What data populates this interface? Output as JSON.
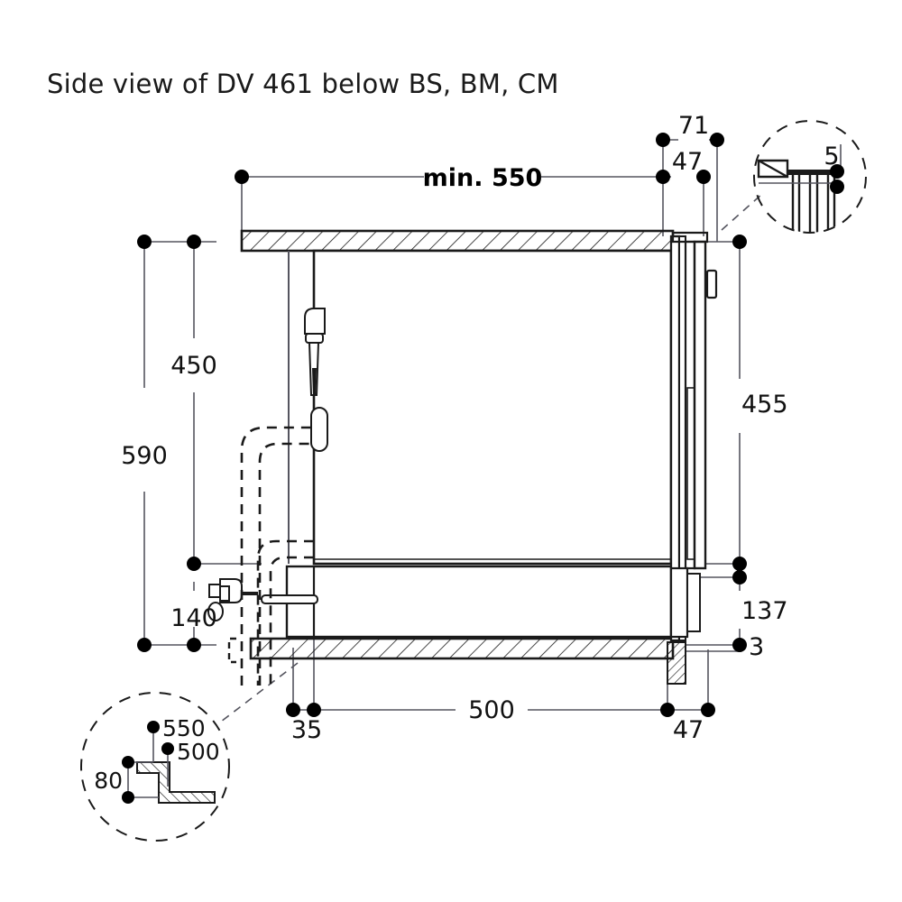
{
  "title": "Side view of DV 461 below BS, BM, CM",
  "drawing": {
    "type": "technical-dimension-drawing",
    "units": "mm",
    "dimensions": {
      "top": [
        {
          "name": "min-550",
          "label": "min. 550",
          "value": 550,
          "bold": true
        },
        {
          "name": "dim-71",
          "label": "71",
          "value": 71
        },
        {
          "name": "dim-47-top",
          "label": "47",
          "value": 47
        }
      ],
      "left": [
        {
          "name": "dim-590",
          "label": "590",
          "value": 590
        },
        {
          "name": "dim-450",
          "label": "450",
          "value": 450
        },
        {
          "name": "dim-140",
          "label": "140",
          "value": 140
        }
      ],
      "right": [
        {
          "name": "dim-455",
          "label": "455",
          "value": 455
        },
        {
          "name": "dim-137",
          "label": "137",
          "value": 137
        },
        {
          "name": "dim-3",
          "label": "3",
          "value": 3
        }
      ],
      "bottom": [
        {
          "name": "dim-35",
          "label": "35",
          "value": 35
        },
        {
          "name": "dim-500",
          "label": "500",
          "value": 500
        },
        {
          "name": "dim-47-bottom",
          "label": "47",
          "value": 47
        }
      ],
      "detail_top_right": [
        {
          "name": "dim-5",
          "label": "5",
          "value": 5
        }
      ],
      "detail_bottom_left": [
        {
          "name": "dim-550-detail",
          "label": "550",
          "value": 550
        },
        {
          "name": "dim-500-detail",
          "label": "500",
          "value": 500
        },
        {
          "name": "dim-80-detail",
          "label": "80",
          "value": 80
        }
      ]
    },
    "colors": {
      "line": "#1a1a1a",
      "thin_line": "#55555f",
      "hatch": "#1a1a1a",
      "background": "#ffffff",
      "dot": "#000000"
    }
  }
}
